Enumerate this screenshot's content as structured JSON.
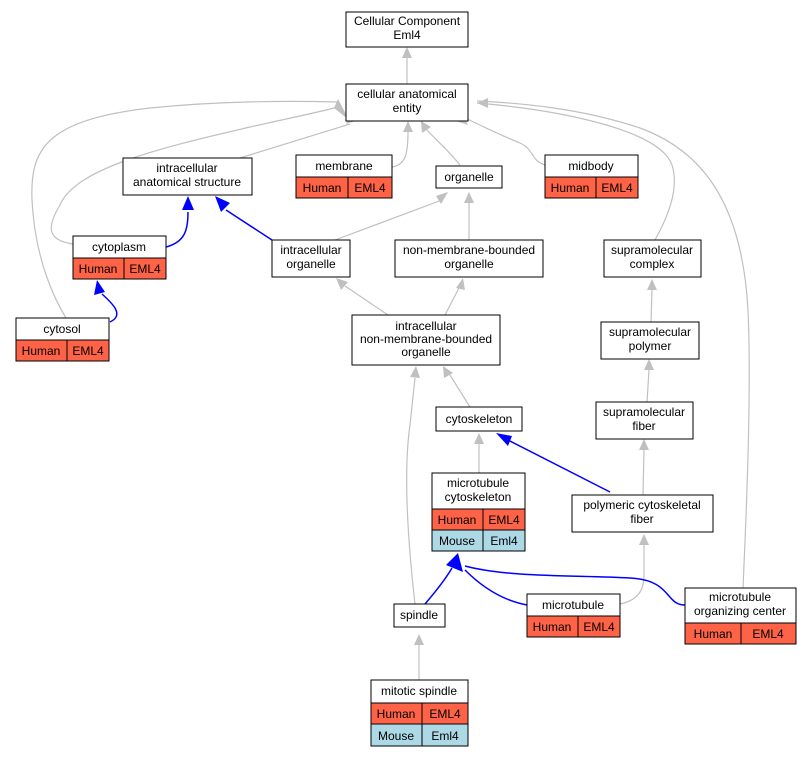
{
  "colors": {
    "human": "#ff6347",
    "mouse": "#add8e6",
    "is_a_edge": "#c0c0c0",
    "part_of_edge": "#0000ff"
  },
  "nodes": {
    "root": {
      "lines": [
        "Cellular Component",
        "Eml4"
      ]
    },
    "cae": {
      "lines": [
        "cellular anatomical",
        "entity"
      ]
    },
    "ias": {
      "lines": [
        "intracellular",
        "anatomical structure"
      ]
    },
    "membrane": {
      "lines": [
        "membrane"
      ],
      "rows": [
        [
          "Human",
          "EML4"
        ]
      ]
    },
    "organelle": {
      "lines": [
        "organelle"
      ]
    },
    "midbody": {
      "lines": [
        "midbody"
      ],
      "rows": [
        [
          "Human",
          "EML4"
        ]
      ]
    },
    "cytoplasm": {
      "lines": [
        "cytoplasm"
      ],
      "rows": [
        [
          "Human",
          "EML4"
        ]
      ]
    },
    "io": {
      "lines": [
        "intracellular",
        "organelle"
      ]
    },
    "nmbo": {
      "lines": [
        "non-membrane-bounded",
        "organelle"
      ]
    },
    "supcomplex": {
      "lines": [
        "supramolecular",
        "complex"
      ]
    },
    "cytosol": {
      "lines": [
        "cytosol"
      ],
      "rows": [
        [
          "Human",
          "EML4"
        ]
      ]
    },
    "inmbo": {
      "lines": [
        "intracellular",
        "non-membrane-bounded",
        "organelle"
      ]
    },
    "suppolymer": {
      "lines": [
        "supramolecular",
        "polymer"
      ]
    },
    "cytoskeleton": {
      "lines": [
        "cytoskeleton"
      ]
    },
    "supfiber": {
      "lines": [
        "supramolecular",
        "fiber"
      ]
    },
    "mtcyto": {
      "lines": [
        "microtubule",
        "cytoskeleton"
      ],
      "rows": [
        [
          "Human",
          "EML4"
        ],
        [
          "Mouse",
          "Eml4"
        ]
      ]
    },
    "pcf": {
      "lines": [
        "polymeric cytoskeletal",
        "fiber"
      ]
    },
    "mtoc": {
      "lines": [
        "microtubule",
        "organizing center"
      ],
      "rows": [
        [
          "Human",
          "EML4"
        ]
      ]
    },
    "spindle": {
      "lines": [
        "spindle"
      ]
    },
    "microtubule": {
      "lines": [
        "microtubule"
      ],
      "rows": [
        [
          "Human",
          "EML4"
        ]
      ]
    },
    "mitotic": {
      "lines": [
        "mitotic spindle"
      ],
      "rows": [
        [
          "Human",
          "EML4"
        ],
        [
          "Mouse",
          "Eml4"
        ]
      ]
    }
  }
}
